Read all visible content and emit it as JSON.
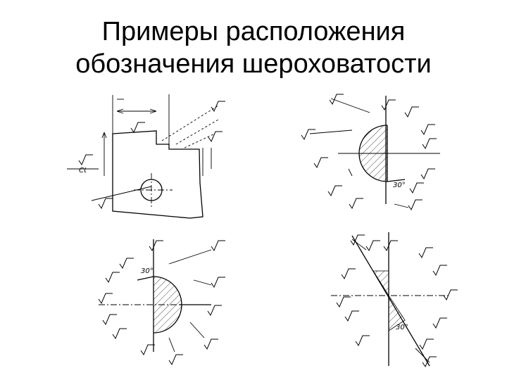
{
  "title": {
    "line1": "Примеры расположения",
    "line2": "обозначения шероховатости"
  },
  "figures": {
    "bottom_left_angle": "30°",
    "top_right_angle": "30°",
    "bottom_right_angle": "30°"
  }
}
